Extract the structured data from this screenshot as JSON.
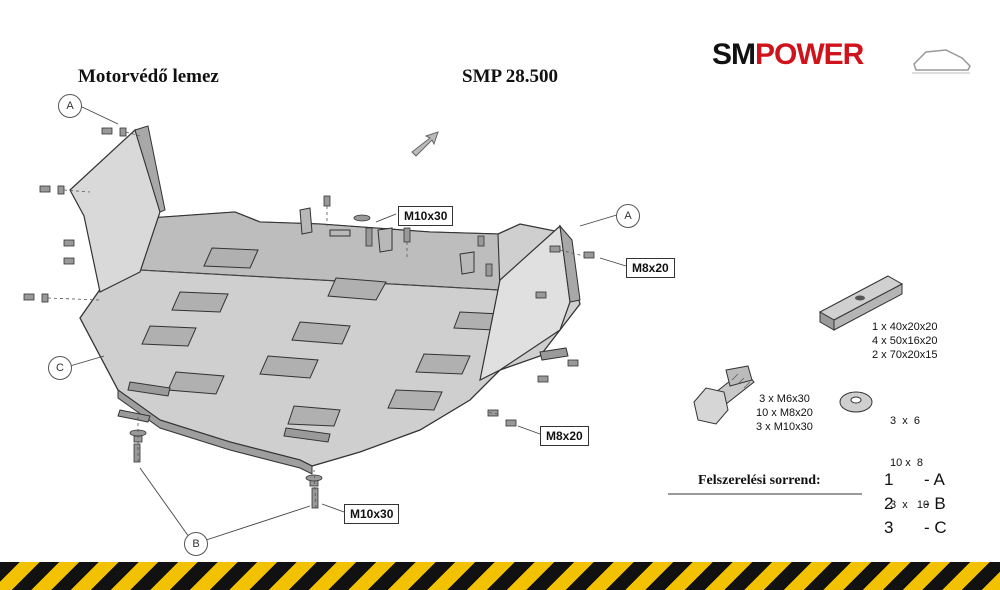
{
  "header": {
    "title": "Motorvédő lemez",
    "code": "SMP 28.500",
    "brand_black": "SM",
    "brand_red": "POWER"
  },
  "callouts": {
    "m10x30_top": "M10x30",
    "m8x20_right": "M8x20",
    "m8x20_bottom": "M8x20",
    "m10x30_bottom": "M10x30"
  },
  "markers": {
    "a_left": "A",
    "a_right": "A",
    "c_left": "C",
    "b_bottom": "B"
  },
  "plates_legend": [
    "1 x  40x20x20",
    "4 x  50x16x20",
    "2 x  70x20x15"
  ],
  "bolts_legend": [
    "3 x  M6x30",
    "10 x M8x20",
    "3 x M10x30"
  ],
  "washers_legend": [
    "3  x  6",
    "10 x  8",
    "3  x   10"
  ],
  "sequence": {
    "label": "Felszerelési sorrend:",
    "rows": [
      {
        "num": "1",
        "letter": "- A"
      },
      {
        "num": "2",
        "letter": "- B"
      },
      {
        "num": "3",
        "letter": "- C"
      }
    ]
  },
  "colors": {
    "brand_red": "#d0121b",
    "plate_fill": "#c9c9c9",
    "stripe_yellow": "#f2c200",
    "stripe_black": "#111111"
  }
}
